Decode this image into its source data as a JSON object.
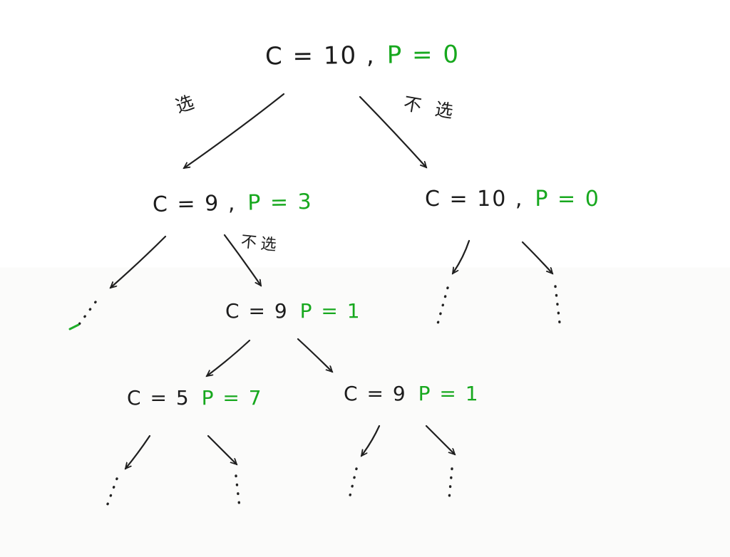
{
  "colors": {
    "ink": "#1c1c1c",
    "green": "#17a81e"
  },
  "nodes": {
    "root": {
      "c": "C = 10 ,",
      "p": "P = 0"
    },
    "l1_left": {
      "c": "C = 9 ,",
      "p": "P = 3"
    },
    "l1_right": {
      "c": "C = 10 ,",
      "p": "P = 0"
    },
    "l2_mid": {
      "c": "C = 9",
      "p": "P = 1"
    },
    "l3_left": {
      "c": "C = 5",
      "p": "P = 7"
    },
    "l3_right": {
      "c": "C = 9",
      "p": "P = 1"
    }
  },
  "edges": {
    "root_left_label": "选",
    "root_right_label": "不 选",
    "l1_left_right_label": "不选"
  }
}
